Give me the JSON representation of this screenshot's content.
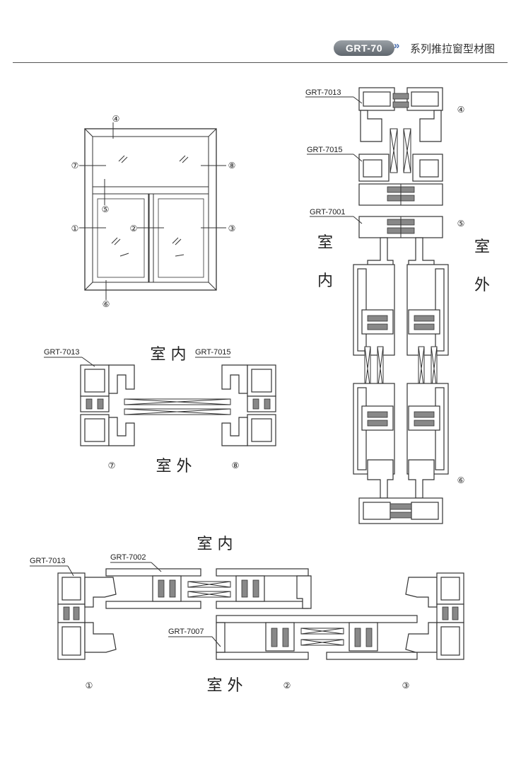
{
  "header": {
    "badge": "GRT-70",
    "title": "系列推拉窗型材图"
  },
  "elevation": {
    "markers": [
      "④",
      "⑦",
      "⑧",
      "⑤",
      "①",
      "②",
      "③",
      "⑥"
    ]
  },
  "section_top": {
    "labels": {
      "l1": "GRT-7013",
      "l2": "GRT-7015",
      "l3": "GRT-7001"
    },
    "markers": {
      "m4": "④",
      "m5": "⑤",
      "m6": "⑥"
    },
    "inner": [
      "室",
      "内"
    ],
    "outer": [
      "室",
      "外"
    ]
  },
  "section_mid": {
    "labels": {
      "l1": "GRT-7013",
      "l2": "GRT-7015"
    },
    "inner": "室 内",
    "outer": "室 外",
    "markers": {
      "m7": "⑦",
      "m8": "⑧"
    }
  },
  "section_bottom": {
    "inner": "室 内",
    "outer": "室 外",
    "labels": {
      "l1": "GRT-7013",
      "l2": "GRT-7002",
      "l3": "GRT-7007"
    },
    "markers": {
      "m1": "①",
      "m2": "②",
      "m3": "③"
    }
  }
}
